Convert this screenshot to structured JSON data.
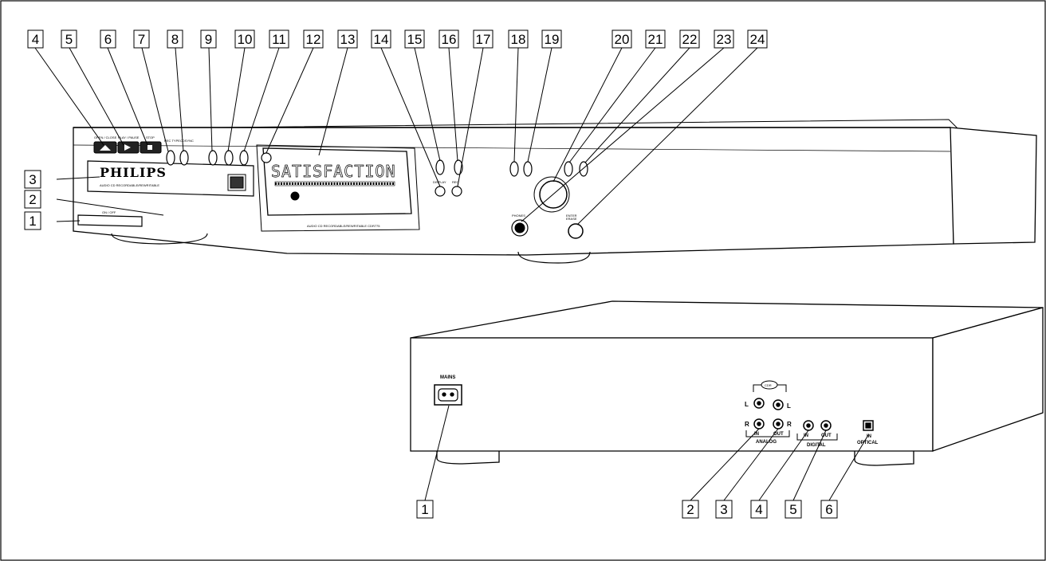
{
  "front_labels": [
    "4",
    "5",
    "6",
    "7",
    "8",
    "9",
    "10",
    "11",
    "12",
    "13",
    "14",
    "15",
    "16",
    "17",
    "18",
    "19",
    "20",
    "21",
    "22",
    "23",
    "24"
  ],
  "side_labels": [
    "3",
    "2",
    "1"
  ],
  "rear_labels": [
    "1",
    "2",
    "3",
    "4",
    "5",
    "6"
  ],
  "front_panel": {
    "brand": "PHILIPS",
    "model_text": "AUDIO CD RECORDABLE/REWRITABLE",
    "lcd_text": "SATISFACTION",
    "bottom_text": "AUDIO CD RECORDABLE/REWRITABLE CDR775",
    "btn_open_close": "OPEN / CLOSE",
    "btn_play_pause": "PLAY / PAUSE",
    "btn_stop": "STOP",
    "btn_rec_type": "REC TYPE",
    "btn_cdsync": "CDSYNC",
    "btn_onoff": "ON / OFF",
    "btn_phones": "PHONES",
    "btn_enter": "ENTER",
    "btn_rec": "REC",
    "btn_display": "DISPLAY",
    "btn_erase": "ERASE"
  },
  "rear_panel": {
    "mains": "MAINS",
    "cdr": "CDR",
    "l": "L",
    "r": "R",
    "in": "IN",
    "out": "OUT",
    "analog": "ANALOG",
    "digital": "DIGITAL",
    "optical": "OPTICAL"
  }
}
